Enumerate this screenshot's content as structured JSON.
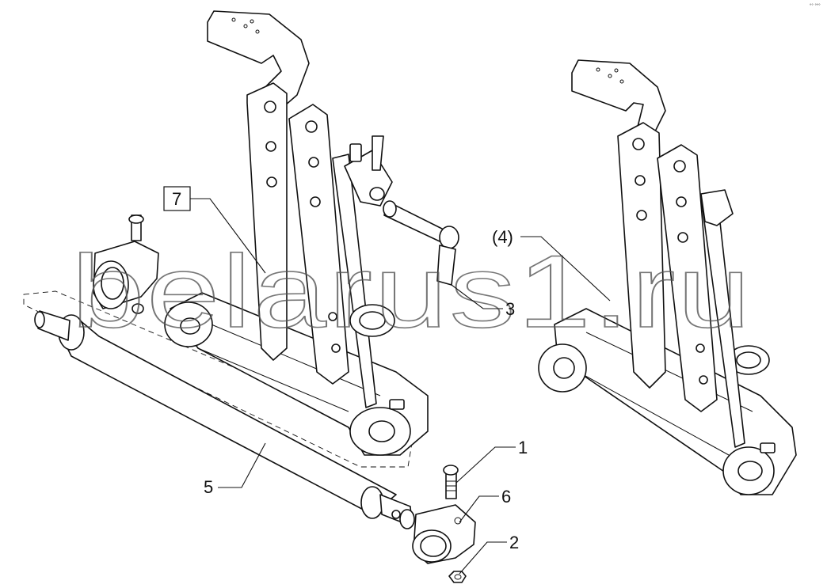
{
  "corner_mark": "°° °°°",
  "watermark": "belarus1.ru",
  "callouts": {
    "c1": "1",
    "c2": "2",
    "c3": "3",
    "c4": "(4)",
    "c5": "5",
    "c6": "6",
    "c7": "7"
  }
}
